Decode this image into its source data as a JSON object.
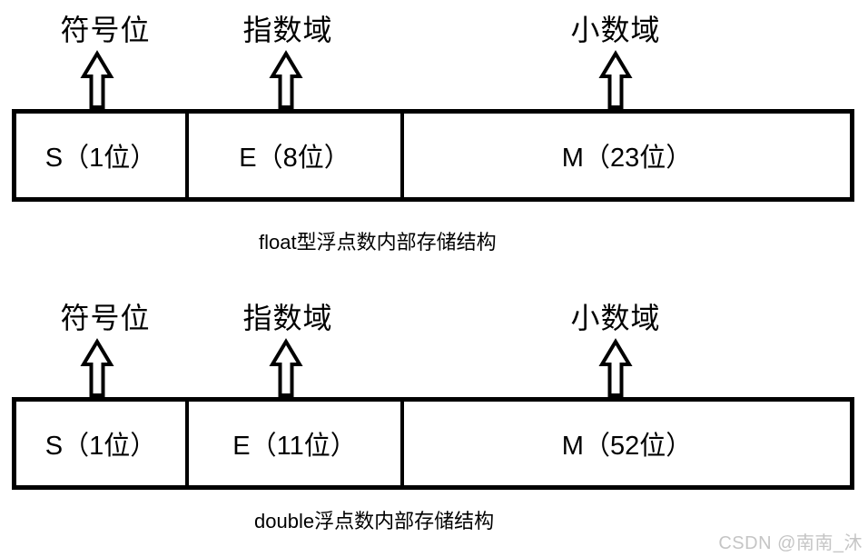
{
  "diagram": {
    "colors": {
      "line": "#000000",
      "background": "#ffffff",
      "watermark": "#c5c5c5"
    },
    "sections": [
      {
        "name": "float",
        "field_labels": [
          "符号位",
          "指数域",
          "小数域"
        ],
        "cells": [
          "S（1位）",
          "E（8位）",
          "M（23位）"
        ],
        "caption": "float型浮点数内部存储结构"
      },
      {
        "name": "double",
        "field_labels": [
          "符号位",
          "指数域",
          "小数域"
        ],
        "cells": [
          "S（1位）",
          "E（11位）",
          "M（52位）"
        ],
        "caption": "double浮点数内部存储结构"
      }
    ],
    "watermark": {
      "text": "CSDN @南南_沐"
    }
  }
}
